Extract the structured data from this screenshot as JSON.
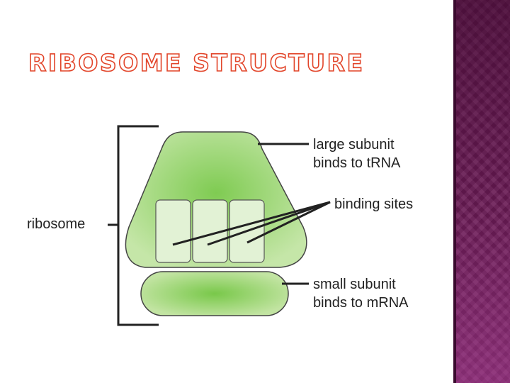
{
  "title": "RIBOSOME STRUCTURE",
  "diagram": {
    "labels": {
      "large_subunit_line1": "large subunit",
      "large_subunit_line2": "binds to tRNA",
      "binding_sites": "binding sites",
      "ribosome": "ribosome",
      "small_subunit_line1": "small subunit",
      "small_subunit_line2": "binds to mRNA"
    },
    "colors": {
      "subunit_fill_center": "#7fcb52",
      "subunit_fill_edge": "#c5e6a8",
      "outline": "#444444",
      "site_fill": "#e2f2d5",
      "title_outline": "#e2452a",
      "side_bar": "#6a1a55"
    }
  }
}
